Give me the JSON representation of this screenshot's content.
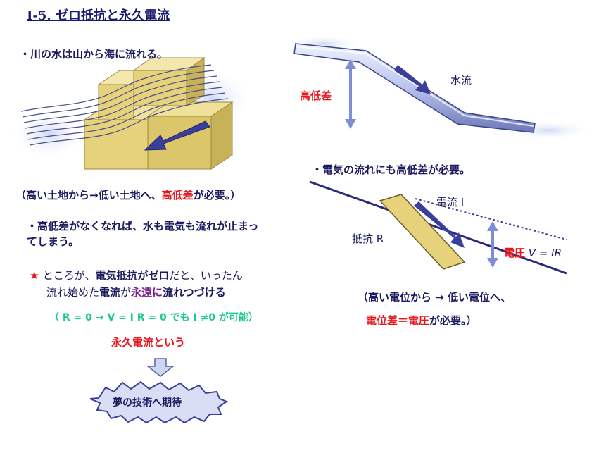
{
  "slide": {
    "title": "Ⅰ-5. ゼロ抵抗と永久電流",
    "left": {
      "bullet1": "・川の水は山から海に流れる。",
      "note1_pre": "（高い土地から→低い土地へ、",
      "note1_red": "高低差",
      "note1_post": "が必要。）",
      "bullet2_line1": "・高低差がなくなれば、水も電気も流れが止まっ",
      "bullet2_line2": "てしまう。",
      "star": "★",
      "star_line1_a": "ところが、",
      "star_line1_b": "電気抵抗がゼロ",
      "star_line1_c": "だと、いったん",
      "star_line2_a": "流れ始めた",
      "star_line2_b": "電流",
      "star_line2_c": "が",
      "star_line2_d": "永遠に",
      "star_line2_e": "流れつづける",
      "formula": "（ R = 0 → V = I R = 0 でも I ≠0 が可能）",
      "permanent": "永久電流という",
      "dream": "夢の技術へ期待"
    },
    "right": {
      "height_label": "高低差",
      "water_label": "水流",
      "bullet3": "・電気の流れにも高低差が必要。",
      "current_label": "電流 I",
      "resistance_label": "抵抗 R",
      "voltage_red": "電圧",
      "voltage_eq": "V = IR",
      "note2_line1": "（高い電位から → 低い電位へ、",
      "note2_red": "電位差＝電圧",
      "note2_post": "が必要。）"
    },
    "colors": {
      "navy": "#1a1a5e",
      "red": "#e8141e",
      "green": "#1ec88c",
      "block": "#e6d27a",
      "arrow": "#3b3f9c"
    }
  }
}
